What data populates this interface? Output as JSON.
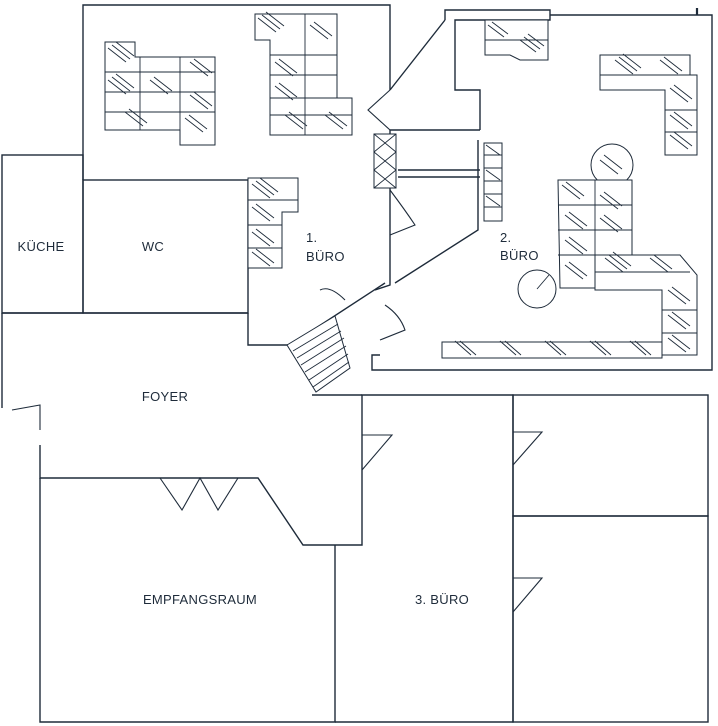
{
  "rooms": {
    "kueche": "KÜCHE",
    "wc": "WC",
    "buero1_num": "1.",
    "buero1_name": "BÜRO",
    "buero2_num": "2.",
    "buero2_name": "BÜRO",
    "foyer": "FOYER",
    "empfangsraum": "EMPFANGSRAUM",
    "buero3": "3. BÜRO"
  }
}
